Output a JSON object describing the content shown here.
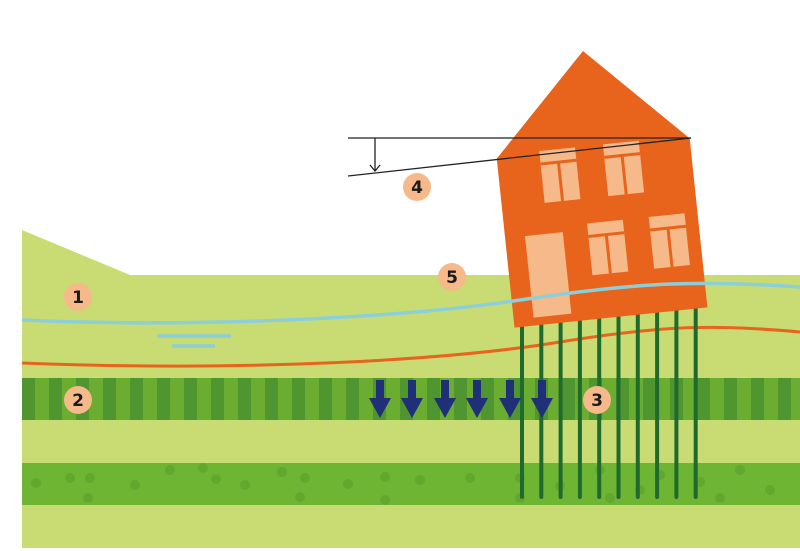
{
  "markers": [
    {
      "id": "marker-1",
      "label": "1"
    },
    {
      "id": "marker-2",
      "label": "2"
    },
    {
      "id": "marker-3",
      "label": "3"
    },
    {
      "id": "marker-4",
      "label": "4"
    },
    {
      "id": "marker-5",
      "label": "5"
    }
  ],
  "colors": {
    "soil_light": "#c8dc73",
    "clay_stripe_light": "#6aad31",
    "clay_stripe_dark": "#4f9530",
    "sand_dotted": "#6db533",
    "house": "#e8641c",
    "window": "#f6b98a",
    "marker": "#f6b98a",
    "water_line": "#8ccfd8",
    "orange_line": "#e8641c",
    "pile": "#1f6b2e",
    "arrow": "#1f2f78"
  }
}
